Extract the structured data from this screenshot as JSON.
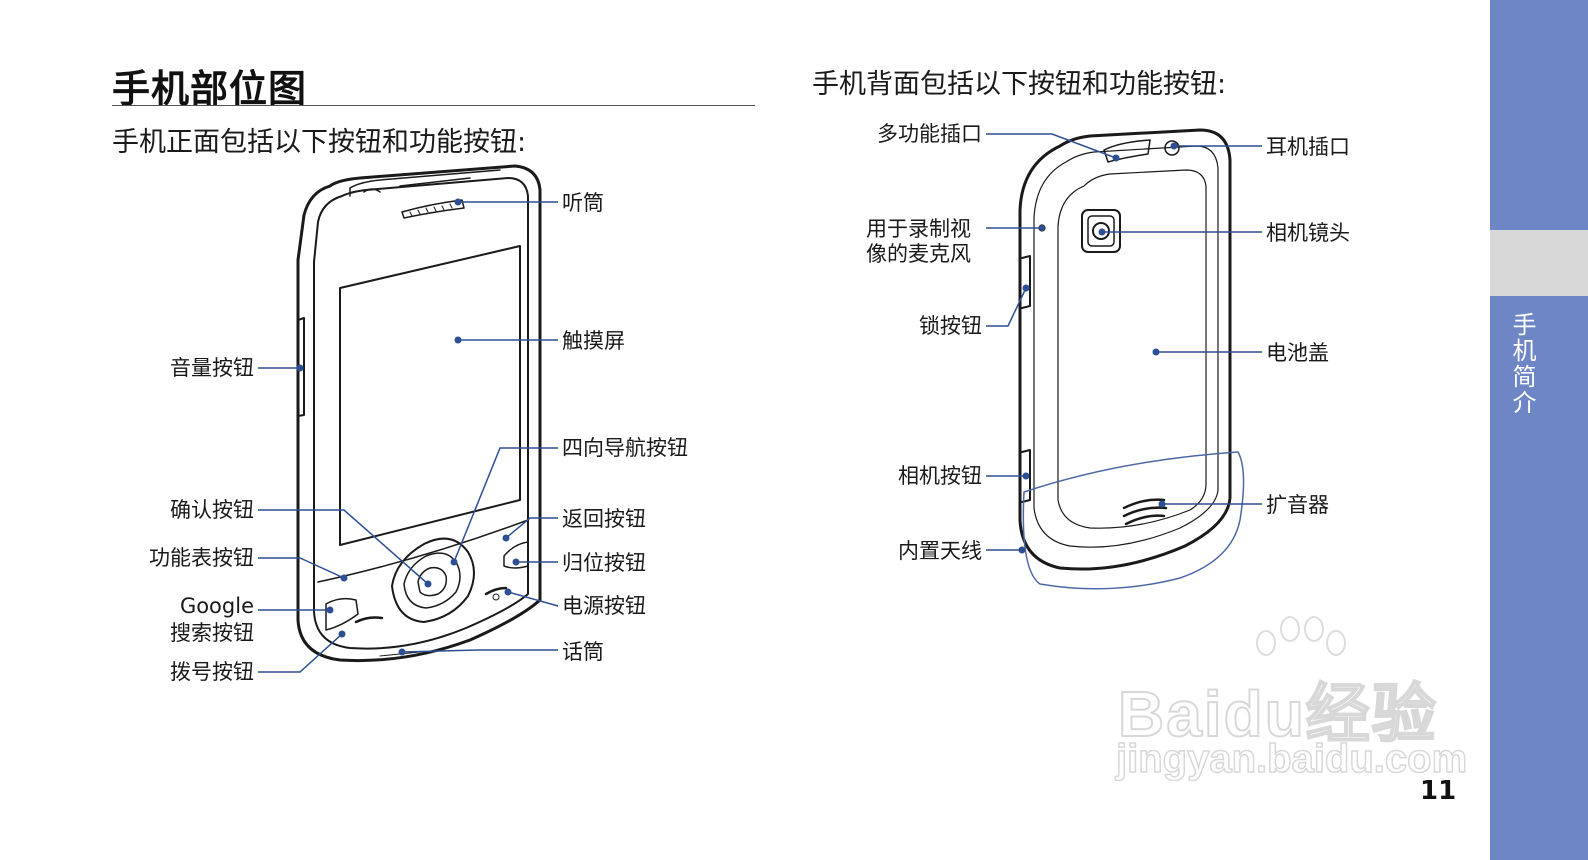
{
  "page": {
    "title": "手机部位图",
    "front_intro": "手机正面包括以下按钮和功能按钮:",
    "back_intro": "手机背面包括以下按钮和功能按钮:",
    "page_number": "11",
    "side_tab": "手机简介"
  },
  "front_labels": {
    "earpiece": "听筒",
    "touchscreen": "触摸屏",
    "volume": "音量按钮",
    "nav": "四向导航按钮",
    "confirm": "确认按钮",
    "back": "返回按钮",
    "menu": "功能表按钮",
    "home": "归位按钮",
    "google_line1": "Google",
    "google_line2": "搜索按钮",
    "power": "电源按钮",
    "dial": "拨号按钮",
    "mic": "话筒"
  },
  "back_labels": {
    "multi_port": "多功能插口",
    "headset": "耳机插口",
    "mic_video_line1": "用于录制视",
    "mic_video_line2": "像的麦克风",
    "camera_lens": "相机镜头",
    "lock": "锁按钮",
    "battery_cover": "电池盖",
    "camera_button": "相机按钮",
    "speaker": "扩音器",
    "antenna": "内置天线"
  },
  "watermark": {
    "main": "Baidu经验",
    "sub": "jingyan.baidu.com"
  },
  "colors": {
    "leader_line": "#2d4f93",
    "side_bar": "#6f86c6",
    "side_tab": "#d8d8d8"
  }
}
